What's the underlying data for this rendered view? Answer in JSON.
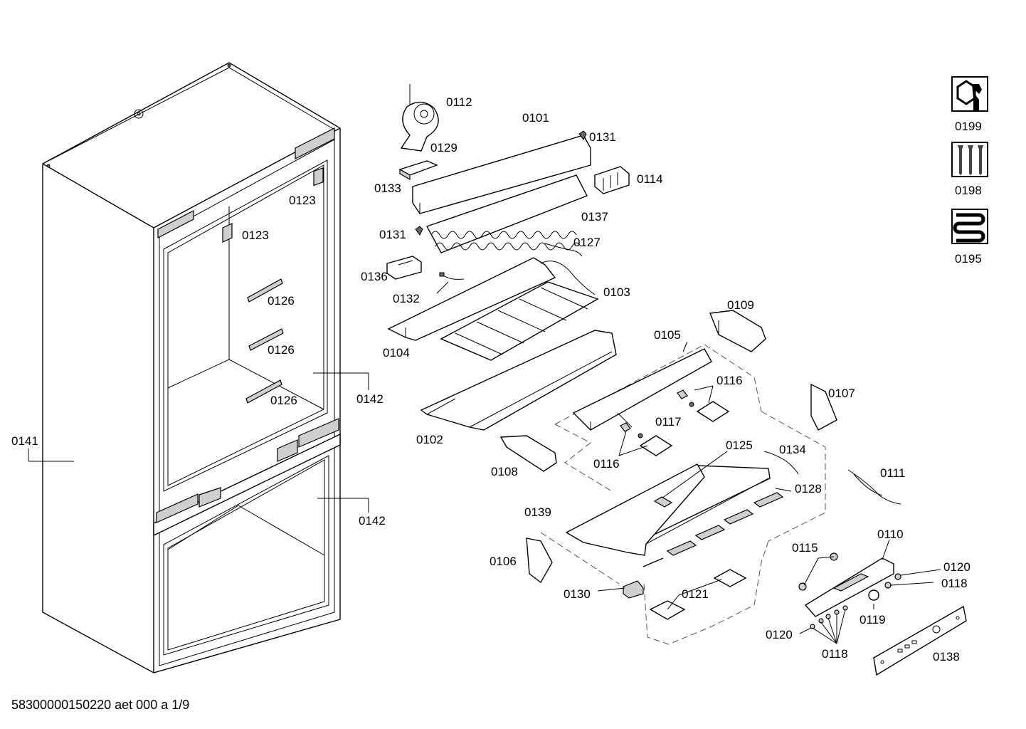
{
  "labels": [
    "0112",
    "0101",
    "0131",
    "0129",
    "0114",
    "0133",
    "0137",
    "0131",
    "0127",
    "0136",
    "0132",
    "0103",
    "0104",
    "0109",
    "0105",
    "0116",
    "0107",
    "0117",
    "0102",
    "0116",
    "0125",
    "0134",
    "0108",
    "0111",
    "0128",
    "0139",
    "0110",
    "0115",
    "0120",
    "0106",
    "0118",
    "0130",
    "0121",
    "0119",
    "0120",
    "0118",
    "0138",
    "0123",
    "0123",
    "0126",
    "0126",
    "0126",
    "0142",
    "0142",
    "0141",
    "0199",
    "0198",
    "0195"
  ],
  "icons": [
    {
      "name": "nut-wrench-icon",
      "label": "0199"
    },
    {
      "name": "screws-icon",
      "label": "0198"
    },
    {
      "name": "heating-coil-icon",
      "label": "0195"
    }
  ],
  "footer": {
    "doc_ref": "58300000150220 aet 000 a 1/9"
  }
}
